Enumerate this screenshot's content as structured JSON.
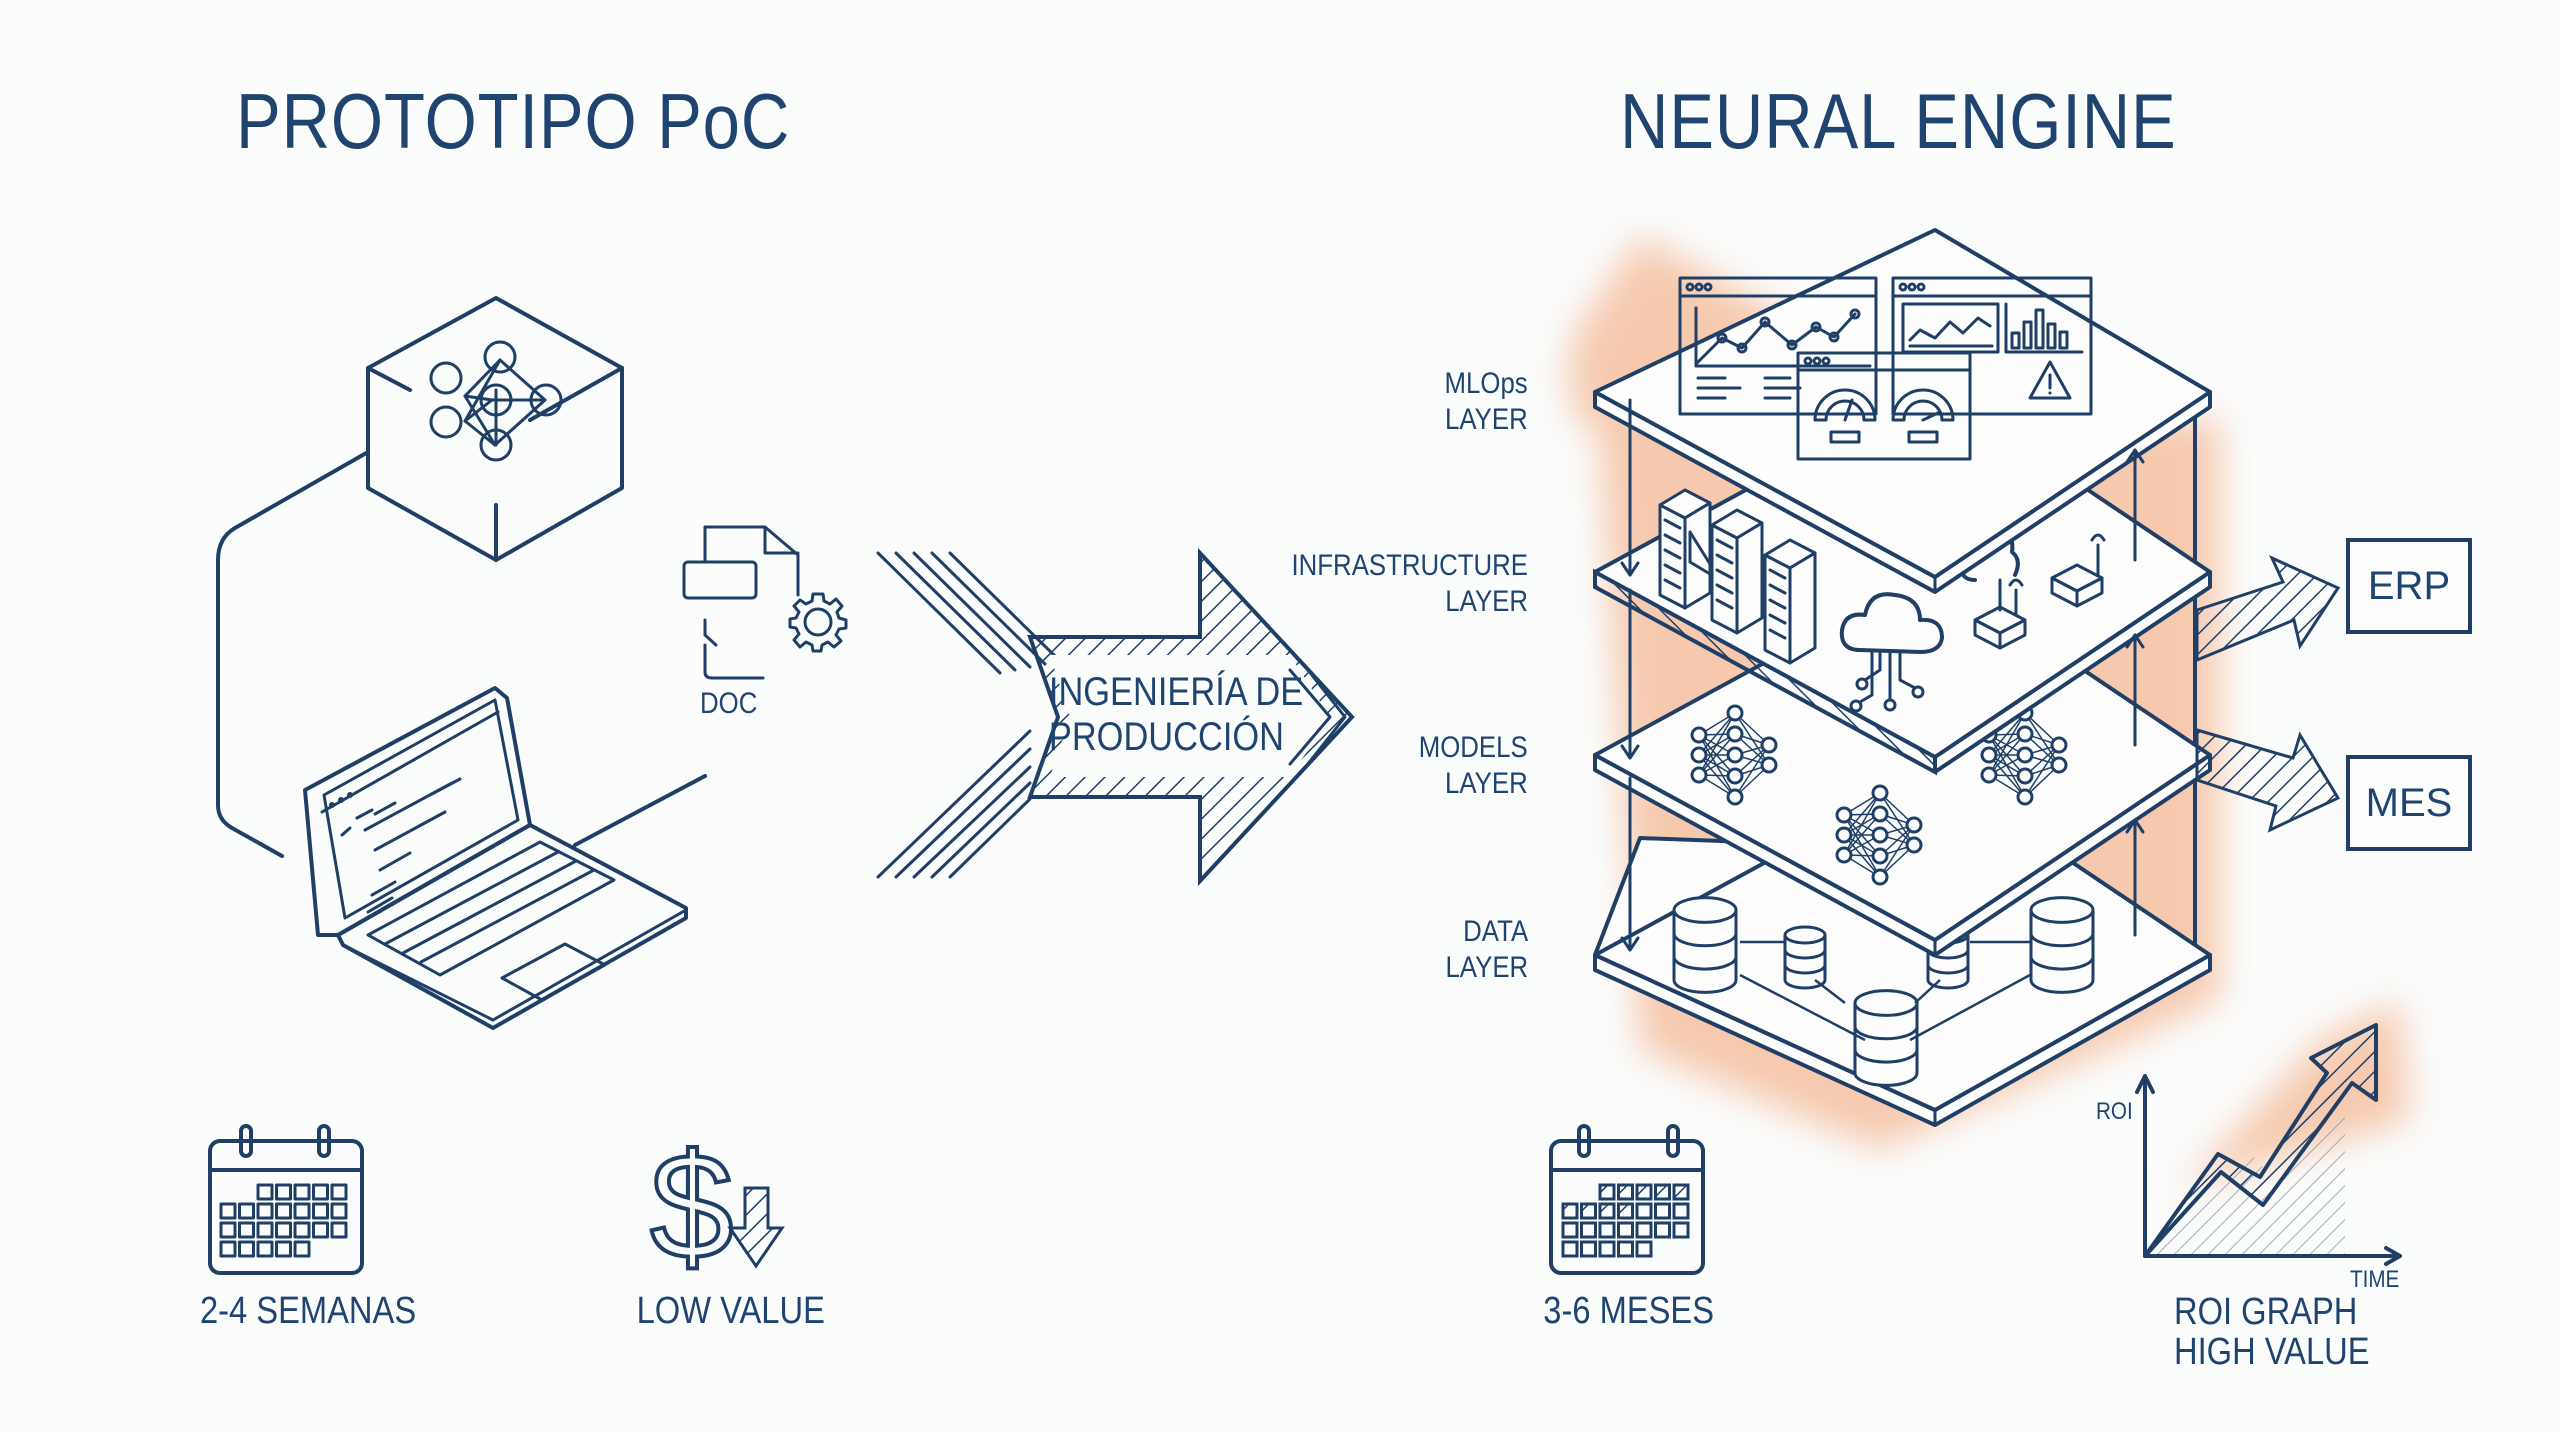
{
  "left_panel": {
    "title": "PROTOTIPO PoC",
    "doc_badge": "DOC",
    "duration_label": "2-4 SEMANAS",
    "value_label": "LOW VALUE"
  },
  "transition_arrow": {
    "line1": "INGENIERÍA DE",
    "line2": "PRODUCCIÓN"
  },
  "right_panel": {
    "title": "NEURAL ENGINE",
    "layers": [
      {
        "line1": "MLOps",
        "line2": "LAYER"
      },
      {
        "line1": "INFRASTRUCTURE",
        "line2": "LAYER"
      },
      {
        "line1": "MODELS",
        "line2": "LAYER"
      },
      {
        "line1": "DATA",
        "line2": "LAYER"
      }
    ],
    "integrations": [
      "ERP",
      "MES"
    ],
    "duration_label": "3-6 MESES",
    "roi_graph": {
      "y_axis": "ROI",
      "x_axis": "TIME",
      "caption_line1": "ROI GRAPH",
      "caption_line2": "HIGH VALUE"
    }
  },
  "colors": {
    "ink": "#1f3f66",
    "glow": "#f3b58c",
    "background": "#fbfcfc"
  }
}
